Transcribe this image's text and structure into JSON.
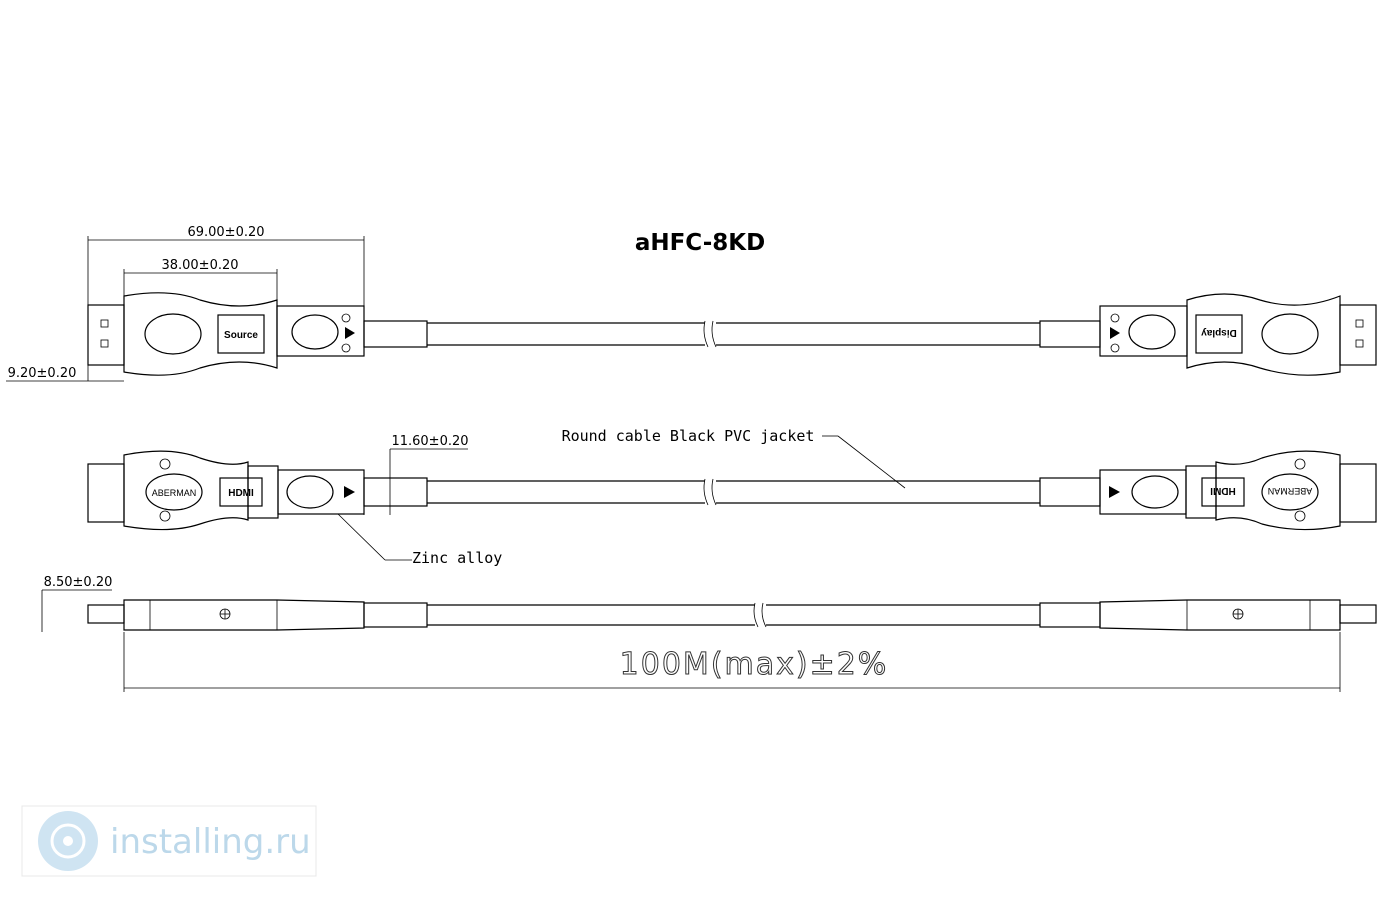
{
  "title": "aHFC-8KD",
  "dimensions": {
    "overall_length_top": "69.00±0.20",
    "body_length": "38.00±0.20",
    "height_top": "9.20±0.20",
    "head_width": "11.60±0.20",
    "side_thickness": "8.50±0.20",
    "cable_length": "100M(max)±2%"
  },
  "callouts": {
    "cable": "Round cable Black PVC jacket",
    "housing": "Zinc alloy"
  },
  "connector_labels": {
    "source": "Source",
    "display": "Display",
    "hdmi": "HDMI",
    "brand": "ABERMAN"
  },
  "watermark": {
    "text": "installing.ru"
  }
}
